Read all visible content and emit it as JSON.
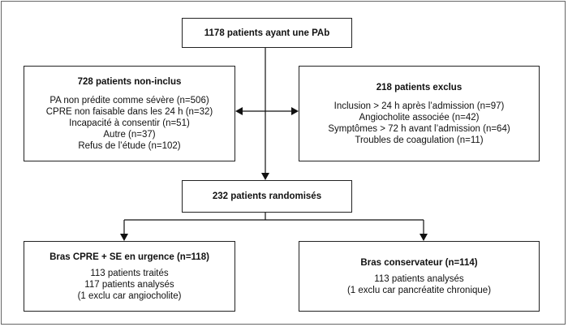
{
  "total": {
    "title": "1178 patients ayant une PAb"
  },
  "excluded_left": {
    "title": "728 patients non-inclus",
    "lines": [
      "PA non prédite comme sévère (n=506)",
      "CPRE non faisable dans les 24 h (n=32)",
      "Incapacité à consentir (n=51)",
      "Autre (n=37)",
      "Refus de l’étude (n=102)"
    ]
  },
  "excluded_right": {
    "title": "218 patients exclus",
    "lines": [
      "Inclusion > 24 h après l’admission (n=97)",
      "Angiocholite associée (n=42)",
      "Symptômes > 72 h avant l’admission (n=64)",
      "Troubles de coagulation (n=11)"
    ]
  },
  "randomized": {
    "title": "232 patients randomisés"
  },
  "arm_left": {
    "title": "Bras CPRE + SE en urgence (n=118)",
    "lines": [
      "113 patients traités",
      "117 patients analysés",
      "(1 exclu car angiocholite)"
    ]
  },
  "arm_right": {
    "title": "Bras conservateur (n=114)",
    "lines": [
      "113 patients analysés",
      "(1 exclu car pancréatite chronique)"
    ]
  }
}
